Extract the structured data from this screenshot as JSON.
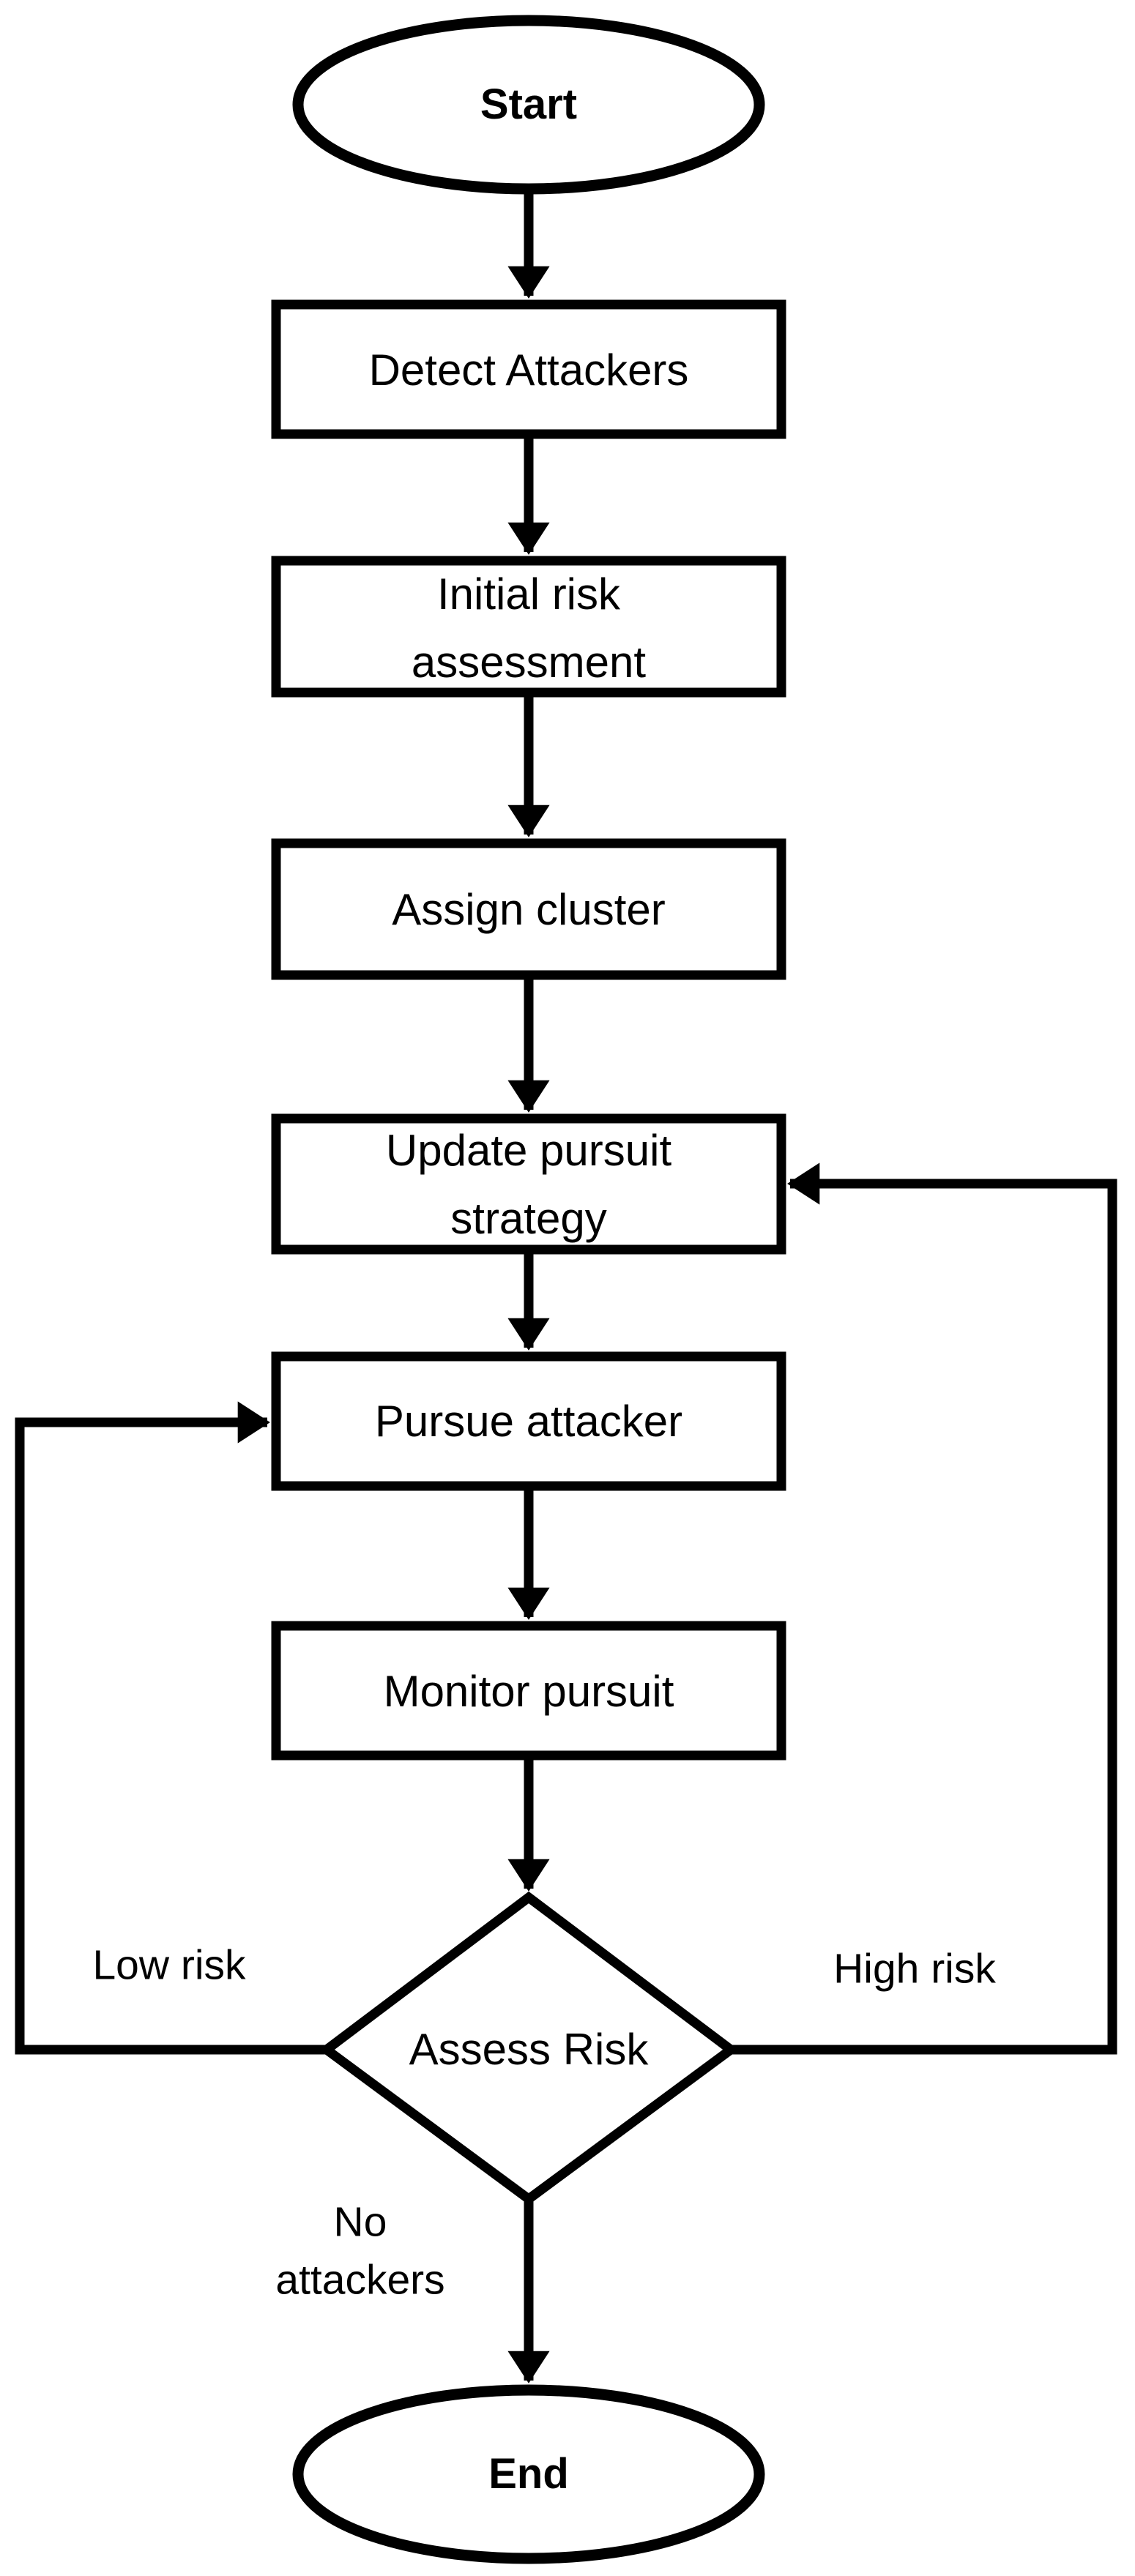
{
  "figure": {
    "type": "flowchart",
    "background_color": "#ffffff",
    "stroke_color": "#000000"
  },
  "nodes": {
    "start": {
      "shape": "ellipse",
      "label": "Start"
    },
    "detect": {
      "shape": "rect",
      "label": "Detect Attackers"
    },
    "initial": {
      "shape": "rect",
      "label": "Initial risk assessment",
      "line1": "Initial risk",
      "line2": "assessment"
    },
    "assign": {
      "shape": "rect",
      "label": "Assign cluster"
    },
    "update": {
      "shape": "rect",
      "label": "Update pursuit strategy",
      "line1": "Update pursuit",
      "line2": "strategy"
    },
    "pursue": {
      "shape": "rect",
      "label": "Pursue attacker"
    },
    "monitor": {
      "shape": "rect",
      "label": "Monitor pursuit"
    },
    "assess": {
      "shape": "diamond",
      "label": "Assess Risk"
    },
    "end": {
      "shape": "ellipse",
      "label": "End"
    }
  },
  "edge_labels": {
    "low_risk": "Low risk",
    "high_risk": "High risk",
    "no_attackers_line1": "No",
    "no_attackers_line2": "attackers"
  },
  "edges": [
    {
      "from": "Start",
      "to": "Detect Attackers",
      "label": ""
    },
    {
      "from": "Detect Attackers",
      "to": "Initial risk assessment",
      "label": ""
    },
    {
      "from": "Initial risk assessment",
      "to": "Assign cluster",
      "label": ""
    },
    {
      "from": "Assign cluster",
      "to": "Update pursuit strategy",
      "label": ""
    },
    {
      "from": "Update pursuit strategy",
      "to": "Pursue attacker",
      "label": ""
    },
    {
      "from": "Pursue attacker",
      "to": "Monitor pursuit",
      "label": ""
    },
    {
      "from": "Monitor pursuit",
      "to": "Assess Risk",
      "label": ""
    },
    {
      "from": "Assess Risk",
      "to": "Pursue attacker",
      "label": "Low risk"
    },
    {
      "from": "Assess Risk",
      "to": "Update pursuit strategy",
      "label": "High risk"
    },
    {
      "from": "Assess Risk",
      "to": "End",
      "label": "No attackers"
    }
  ]
}
